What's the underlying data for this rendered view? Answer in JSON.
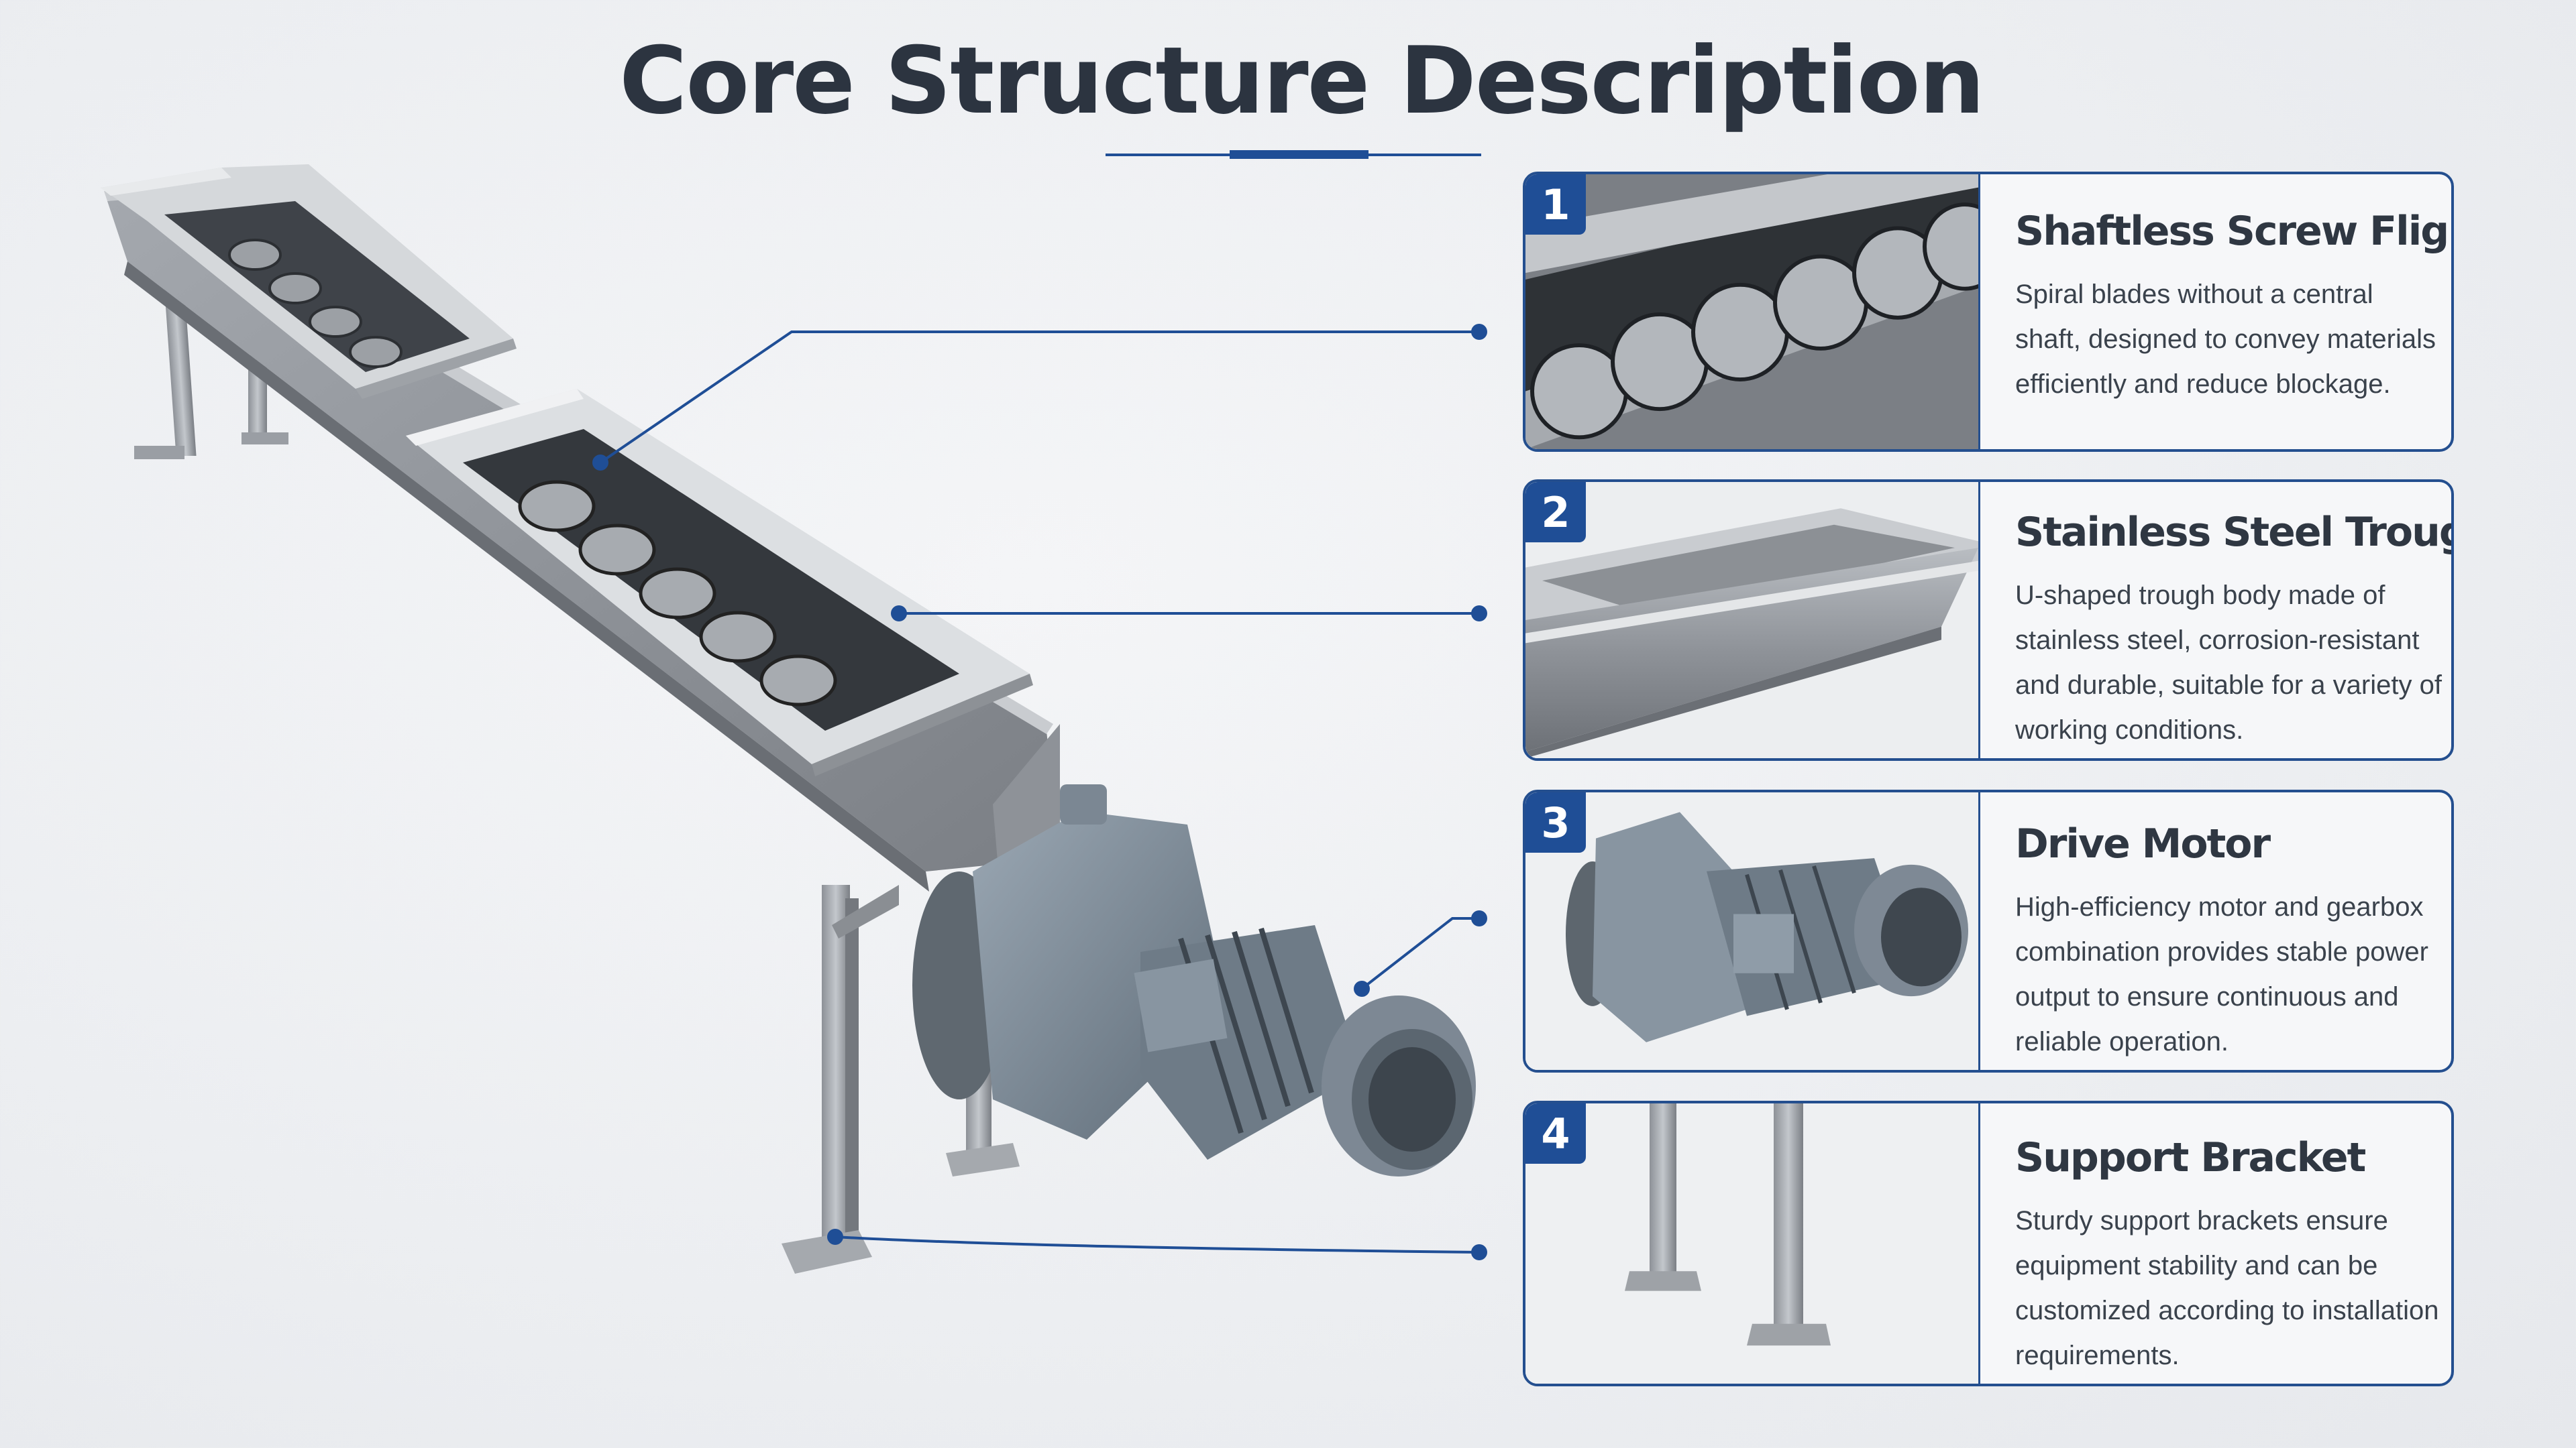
{
  "title": "Core Structure Description",
  "accent_color": "#1f4e96",
  "components": [
    {
      "number": "1",
      "title": "Shaftless Screw Flights",
      "description": "Spiral blades without a central shaft, designed to convey materials efficiently and reduce blockage.",
      "image": "screw-flights-closeup"
    },
    {
      "number": "2",
      "title": "Stainless Steel Trough",
      "description": "U-shaped trough body made of stainless steel, corrosion-resistant and durable, suitable for a variety of working conditions.",
      "image": "steel-trough-closeup"
    },
    {
      "number": "3",
      "title": "Drive Motor",
      "description": "High-efficiency motor and gearbox combination provides stable power output to ensure continuous and reliable operation.",
      "image": "drive-motor-closeup"
    },
    {
      "number": "4",
      "title": "Support Bracket",
      "description": "Sturdy support brackets ensure equipment stability and can be customized according to installation requirements.",
      "image": "support-bracket-closeup"
    }
  ]
}
